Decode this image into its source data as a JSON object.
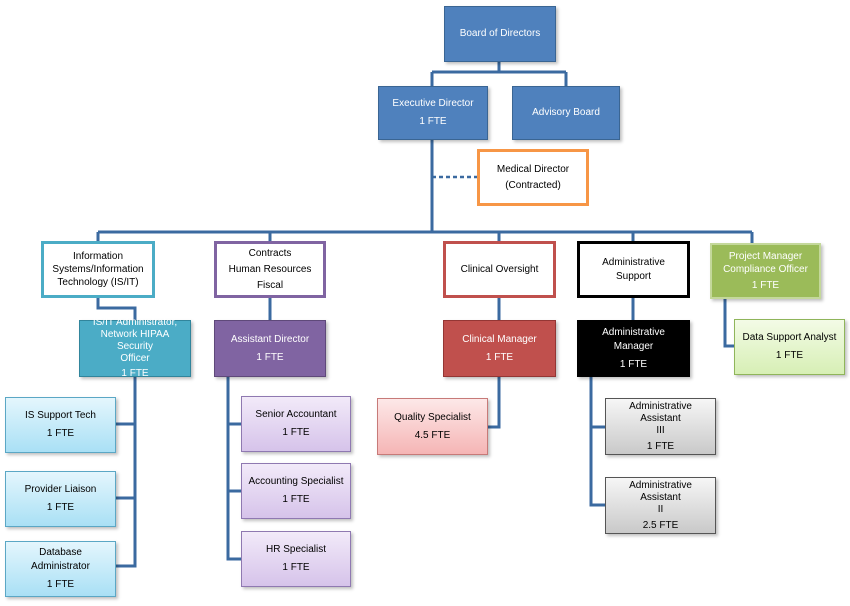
{
  "colors": {
    "connector": "#3b6aa0",
    "blue": "#4f81bd",
    "teal": "#4bacc6",
    "purple": "#8064a2",
    "red": "#c0504d",
    "orange": "#f79646",
    "green": "#9bbb59",
    "black": "#000000"
  },
  "nodes": {
    "board": {
      "line1": "Board of Directors"
    },
    "executive_director": {
      "line1": "Executive Director",
      "line2": "1 FTE"
    },
    "advisory_board": {
      "line1": "Advisory Board"
    },
    "medical_director": {
      "line1": "Medical Director",
      "line2": "(Contracted)"
    },
    "is_it": {
      "line1": "Information",
      "line2": "Systems/Information",
      "line3": "Technology (IS/IT)"
    },
    "contracts": {
      "line1": "Contracts",
      "line2": "Human Resources",
      "line3": "Fiscal"
    },
    "clinical_oversight": {
      "line1": "Clinical Oversight"
    },
    "administrative_support": {
      "line1": "Administrative Support"
    },
    "project_manager": {
      "line1": "Project Manager",
      "line2": "Compliance Officer",
      "line3": "1 FTE"
    },
    "is_it_admin": {
      "line1": "IS/IT Administrator,",
      "line2": "Network HIPAA Security",
      "line3": "Officer",
      "line4": "1 FTE"
    },
    "assistant_director": {
      "line1": "Assistant Director",
      "line2": "1 FTE"
    },
    "clinical_manager": {
      "line1": "Clinical Manager",
      "line2": "1 FTE"
    },
    "administrative_manager": {
      "line1": "Administrative Manager",
      "line2": "1 FTE"
    },
    "data_support_analyst": {
      "line1": "Data Support Analyst",
      "line2": "1 FTE"
    },
    "is_support_tech": {
      "line1": "IS Support Tech",
      "line2": "1 FTE"
    },
    "provider_liaison": {
      "line1": "Provider Liaison",
      "line2": "1 FTE"
    },
    "database_administrator": {
      "line1": "Database Administrator",
      "line2": "1 FTE"
    },
    "senior_accountant": {
      "line1": "Senior Accountant",
      "line2": "1 FTE"
    },
    "accounting_specialist": {
      "line1": "Accounting Specialist",
      "line2": "1 FTE"
    },
    "hr_specialist": {
      "line1": "HR Specialist",
      "line2": "1 FTE"
    },
    "quality_specialist": {
      "line1": "Quality Specialist",
      "line2": "4.5 FTE"
    },
    "admin_assistant_iii": {
      "line1": "Administrative Assistant",
      "line2": "III",
      "line3": "1 FTE"
    },
    "admin_assistant_ii": {
      "line1": "Administrative Assistant",
      "line2": "II",
      "line3": "2.5 FTE"
    }
  }
}
